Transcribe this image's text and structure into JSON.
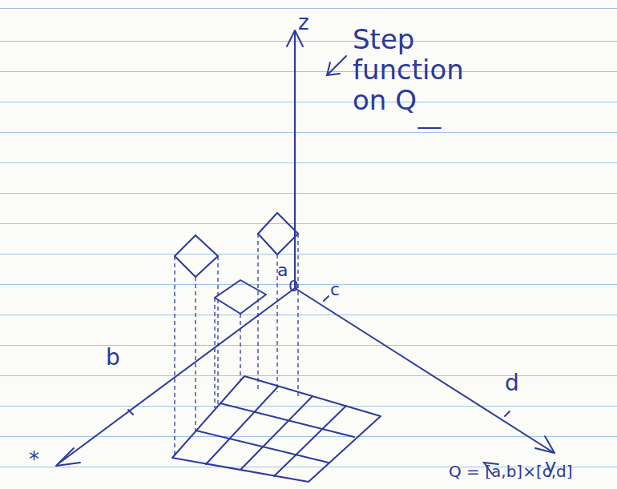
{
  "diagram": {
    "labels": [
      "z",
      "Step function on Q",
      "a",
      "0",
      "c",
      "b",
      "d",
      "y",
      "Q = [a,b]×[c,d]",
      "*"
    ]
  }
}
